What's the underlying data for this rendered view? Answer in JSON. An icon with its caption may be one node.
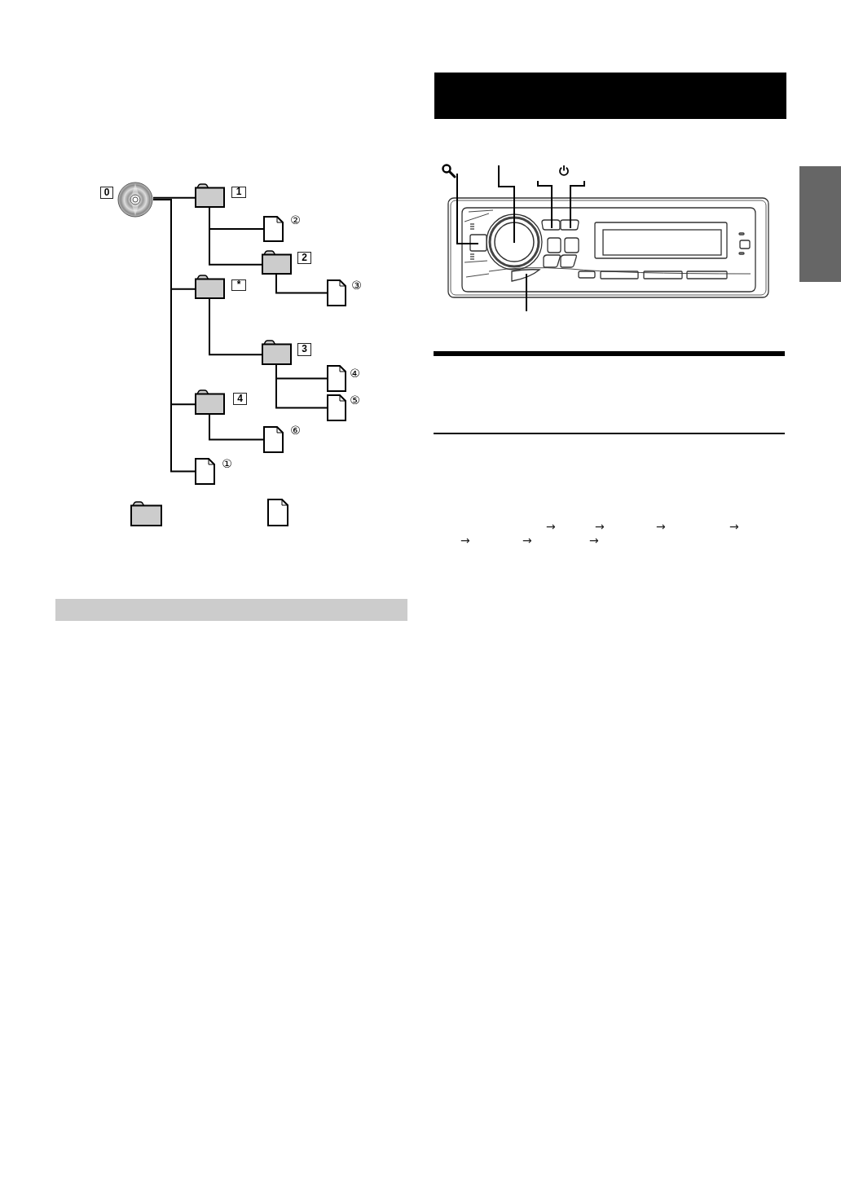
{
  "diagram": {
    "nodes": [
      {
        "text": [],
        "shape": "picture",
        "beside": [
          "0"
        ]
      },
      {
        "text": [],
        "shape": "folder",
        "beside": [
          "1"
        ]
      },
      {
        "text": [],
        "shape": "document",
        "beside": [
          "②"
        ]
      },
      {
        "text": [],
        "shape": "folder",
        "beside": [
          "2"
        ]
      },
      {
        "text": [],
        "shape": "folder",
        "beside": [
          "*"
        ]
      },
      {
        "text": [],
        "shape": "document",
        "beside": [
          "③"
        ]
      },
      {
        "text": [],
        "shape": "folder",
        "beside": [
          "3"
        ]
      },
      {
        "text": [],
        "shape": "document",
        "beside": [
          "④"
        ]
      },
      {
        "text": [],
        "shape": "document",
        "beside": [
          "⑤"
        ]
      },
      {
        "text": [],
        "shape": "folder",
        "beside": [
          "4"
        ]
      },
      {
        "text": [],
        "shape": "document",
        "beside": [
          "⑥"
        ]
      },
      {
        "text": [],
        "shape": "document",
        "beside": [
          "①"
        ]
      },
      {
        "text": [],
        "shape": "folder"
      },
      {
        "text": [],
        "shape": "document"
      },
      {
        "text": [],
        "shape": "bar"
      },
      {
        "text": [],
        "shape": "bar"
      },
      {
        "text": [],
        "shape": "bar"
      }
    ],
    "edges": [
      {
        "from": 0,
        "to": 1,
        "arrow": "none"
      },
      {
        "from": 0,
        "to": 4,
        "arrow": "none"
      },
      {
        "from": 0,
        "to": 9,
        "arrow": "none"
      },
      {
        "from": 0,
        "to": 11,
        "arrow": "none"
      },
      {
        "from": 1,
        "to": 2,
        "arrow": "none"
      },
      {
        "from": 1,
        "to": 3,
        "arrow": "none"
      },
      {
        "from": 3,
        "to": 5,
        "arrow": "none"
      },
      {
        "from": 4,
        "to": 6,
        "arrow": "none"
      },
      {
        "from": 6,
        "to": 7,
        "arrow": "none"
      },
      {
        "from": 6,
        "to": 8,
        "arrow": "none"
      },
      {
        "from": 9,
        "to": 10,
        "arrow": "none"
      }
    ],
    "labels": [
      "→",
      "→",
      "→",
      "→",
      "→",
      "→",
      "→"
    ]
  }
}
